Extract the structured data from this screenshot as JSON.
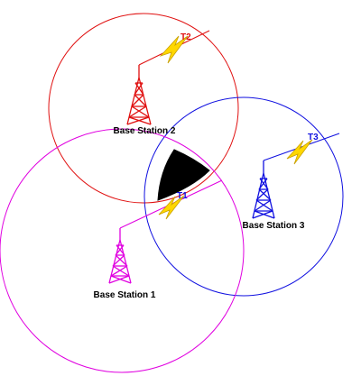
{
  "stations": [
    {
      "id": "bs1",
      "label": "Base Station 1",
      "signal_label": "T1",
      "color": "#e000e0"
    },
    {
      "id": "bs2",
      "label": "Base Station 2",
      "signal_label": "T2",
      "color": "#e01010"
    },
    {
      "id": "bs3",
      "label": "Base Station 3",
      "signal_label": "T3",
      "color": "#1010e0"
    }
  ],
  "colors": {
    "lightning_fill": "#ffd700",
    "lightning_stroke": "#c8a000",
    "intersection_fill": "#000000",
    "label_text": "#000000"
  }
}
